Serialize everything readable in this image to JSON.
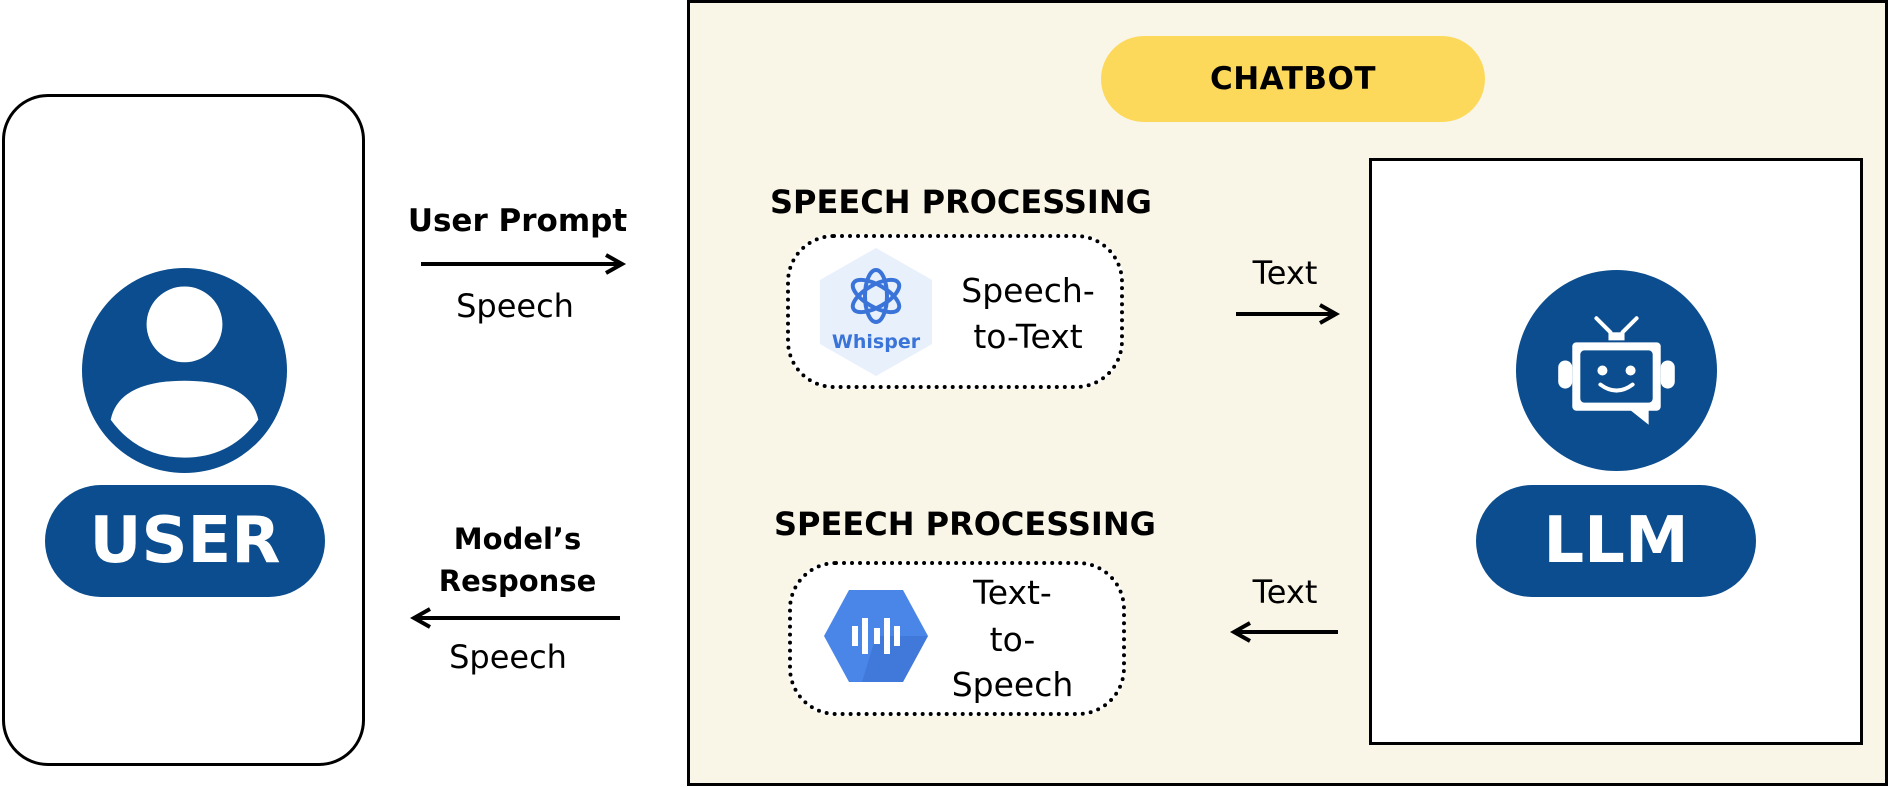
{
  "user": {
    "label": "USER"
  },
  "arrows": {
    "prompt": {
      "title": "User Prompt",
      "subtitle": "Speech"
    },
    "response": {
      "title_line1": "Model’s",
      "title_line2": "Response",
      "subtitle": "Speech"
    },
    "text_to_llm": {
      "label": "Text"
    },
    "text_from_llm": {
      "label": "Text"
    }
  },
  "chatbot": {
    "label": "CHATBOT"
  },
  "stt": {
    "title": "SPEECH PROCESSING",
    "logo_text": "Whisper",
    "line1": "Speech-",
    "line2": "to-Text"
  },
  "tts": {
    "title": "SPEECH PROCESSING",
    "line1": "Text-",
    "line2": "to-",
    "line3": "Speech"
  },
  "llm": {
    "label": "LLM"
  },
  "colors": {
    "brand_blue": "#0b4d8e",
    "chatbot_yellow": "#fcd95a",
    "panel_cream": "#faf6e7",
    "whisper_blue": "#3a74d8",
    "google_blue": "#4a86e8"
  },
  "icons": [
    "user-avatar-icon",
    "robot-icon",
    "whisper-logo-icon",
    "google-tts-logo-icon"
  ]
}
